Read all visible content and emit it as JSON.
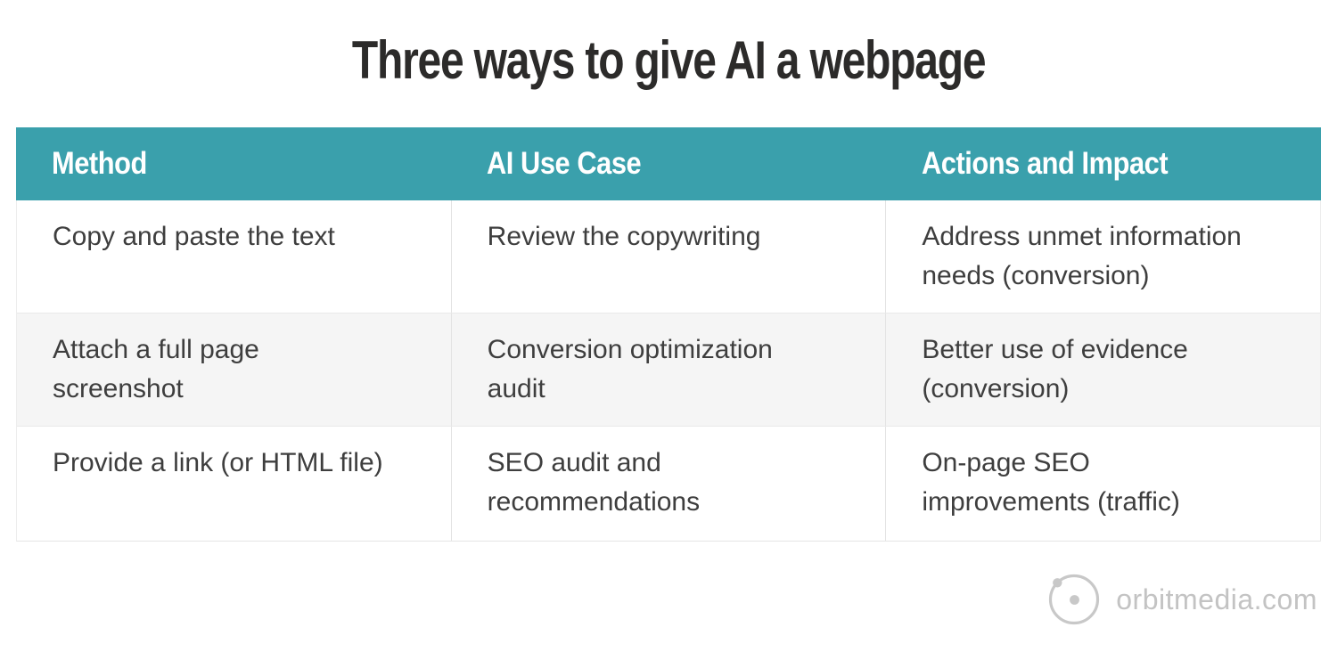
{
  "title": "Three ways to give AI a webpage",
  "colors": {
    "header_bg": "#3aa0ac",
    "header_text": "#ffffff",
    "title_text": "#2c2b2a",
    "body_text": "#3e3e3e",
    "alt_row_bg": "#f5f5f5",
    "divider": "#e3e3e3",
    "brand_gray": "#c6c6c6"
  },
  "table": {
    "headers": [
      "Method",
      "AI Use Case",
      "Actions and Impact"
    ],
    "rows": [
      [
        "Copy and paste the text",
        "Review the copywriting",
        "Address unmet information\nneeds (conversion)"
      ],
      [
        "Attach a full page\nscreenshot",
        "Conversion optimization\naudit",
        "Better use of evidence\n(conversion)"
      ],
      [
        "Provide a link (or HTML file)",
        "SEO audit and\nrecommendations",
        "On-page SEO\nimprovements (traffic)"
      ]
    ]
  },
  "footer": {
    "brand": "orbitmedia.com"
  },
  "chart_data": {
    "type": "table",
    "title": "Three ways to give AI a webpage",
    "columns": [
      "Method",
      "AI Use Case",
      "Actions and Impact"
    ],
    "rows": [
      [
        "Copy and paste the text",
        "Review the copywriting",
        "Address unmet information needs (conversion)"
      ],
      [
        "Attach a full page screenshot",
        "Conversion optimization audit",
        "Better use of evidence (conversion)"
      ],
      [
        "Provide a link (or HTML file)",
        "SEO audit and recommendations",
        "On-page SEO improvements (traffic)"
      ]
    ],
    "legend_position": "none",
    "grid": false
  }
}
